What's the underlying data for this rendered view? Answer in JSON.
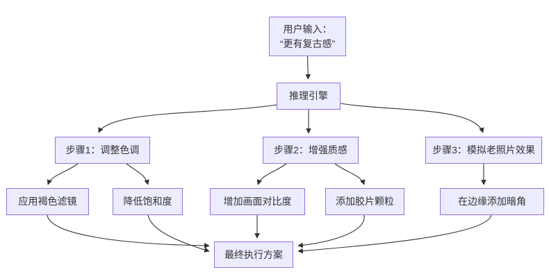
{
  "diagram": {
    "type": "flowchart",
    "direction": "top-down",
    "background_color": "#ffffff",
    "node_fill_color": "#ECECFF",
    "node_border_color": "#9370DB",
    "edge_color": "#333333",
    "text_color": "#333333",
    "nodes": {
      "user_input": {
        "line1": "用户输入：",
        "line2": "“更有复古感”"
      },
      "engine": {
        "label": "推理引擎"
      },
      "step1": {
        "label": "步骤1：调整色调"
      },
      "step2": {
        "label": "步骤2：增强质感"
      },
      "step3": {
        "label": "步骤3：模拟老照片效果"
      },
      "sepia": {
        "label": "应用褐色滤镜"
      },
      "saturation": {
        "label": "降低饱和度"
      },
      "contrast": {
        "label": "增加画面对比度"
      },
      "grain": {
        "label": "添加胶片颗粒"
      },
      "vignette": {
        "label": "在边缘添加暗角"
      },
      "final": {
        "label": "最终执行方案"
      }
    },
    "edges": [
      {
        "from": "user_input",
        "to": "engine"
      },
      {
        "from": "engine",
        "to": "step1"
      },
      {
        "from": "engine",
        "to": "step2"
      },
      {
        "from": "engine",
        "to": "step3"
      },
      {
        "from": "step1",
        "to": "sepia"
      },
      {
        "from": "step1",
        "to": "saturation"
      },
      {
        "from": "step2",
        "to": "contrast"
      },
      {
        "from": "step2",
        "to": "grain"
      },
      {
        "from": "step3",
        "to": "vignette"
      },
      {
        "from": "sepia",
        "to": "final"
      },
      {
        "from": "saturation",
        "to": "final"
      },
      {
        "from": "contrast",
        "to": "final"
      },
      {
        "from": "grain",
        "to": "final"
      },
      {
        "from": "vignette",
        "to": "final"
      }
    ]
  }
}
